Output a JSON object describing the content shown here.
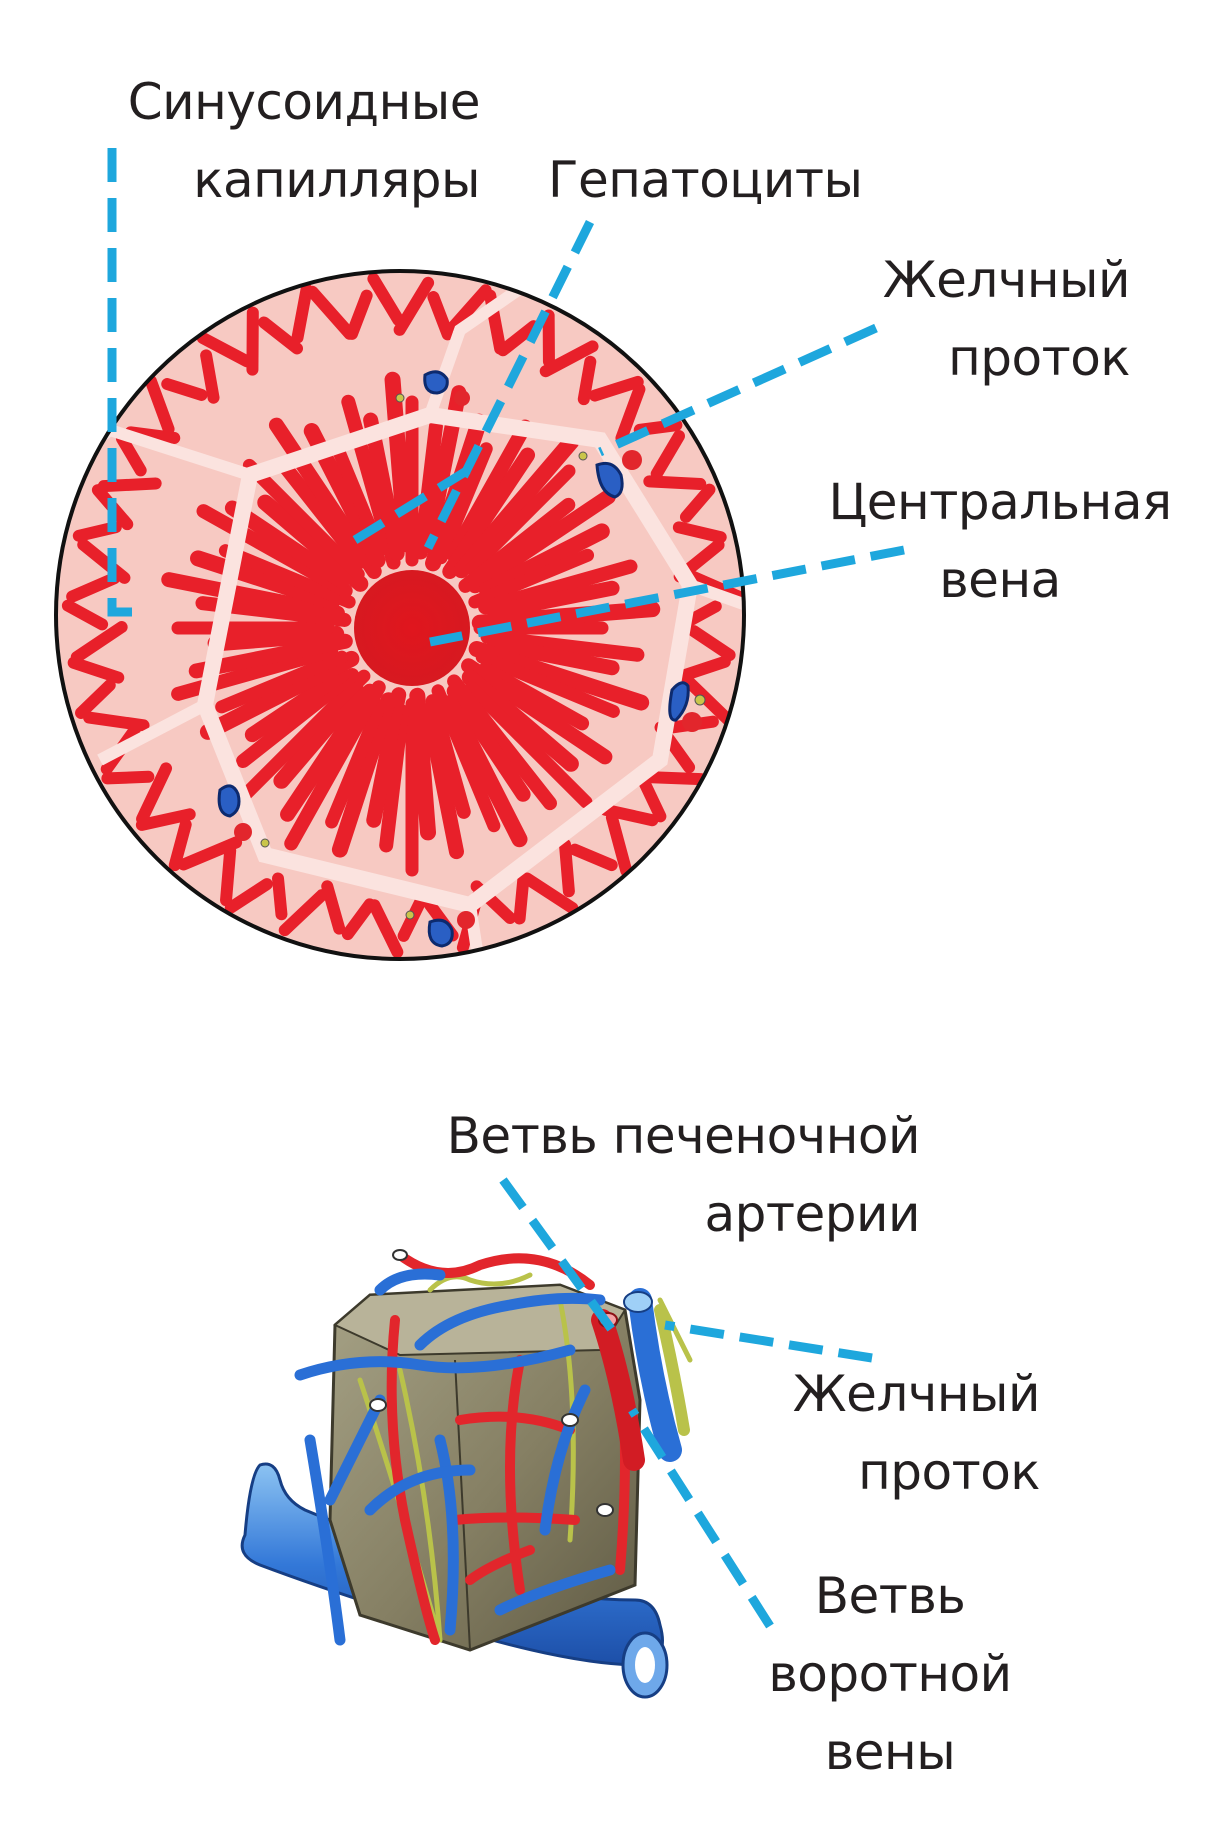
{
  "colors": {
    "leader_line": "#1ea7dd",
    "tissue_red": "#e8202a",
    "tissue_background": "#f7c9c2",
    "portal_vein_blue": "#2a6fd6",
    "artery_red": "#e2262c",
    "bile_duct_yellow": "#b9c24a",
    "lobule_grey": "#8d8a72",
    "text": "#231f20"
  },
  "top_diagram": {
    "labels": {
      "sinusoid_capillaries": [
        "Синусоидные",
        "капилляры"
      ],
      "hepatocytes": "Гепатоциты",
      "bile_duct": [
        "Желчный",
        "проток"
      ],
      "central_vein": [
        "Центральная",
        "вена"
      ]
    }
  },
  "bottom_diagram": {
    "labels": {
      "hepatic_artery_branch": [
        "Ветвь печеночной",
        "артерии"
      ],
      "bile_duct": [
        "Желчный",
        "проток"
      ],
      "portal_vein_branch": [
        "Ветвь",
        "воротной",
        "вены"
      ]
    }
  }
}
